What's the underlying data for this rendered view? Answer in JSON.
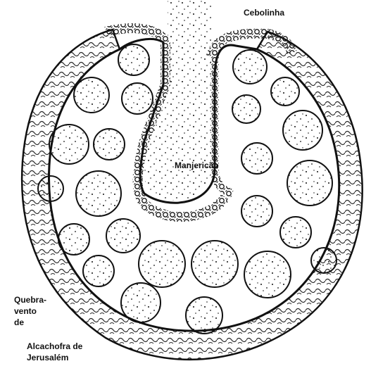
{
  "labels": {
    "cebolinha": "Cebolinha",
    "manjericao": "Manjericão",
    "quebra_vento": [
      "Quebra-",
      "vento",
      "de"
    ],
    "alcachofra": [
      "Alcachofra de",
      "Jerusalém"
    ]
  },
  "colors": {
    "ink": "#111111",
    "paper": "#ffffff",
    "hatch": "#2a2a2a"
  }
}
